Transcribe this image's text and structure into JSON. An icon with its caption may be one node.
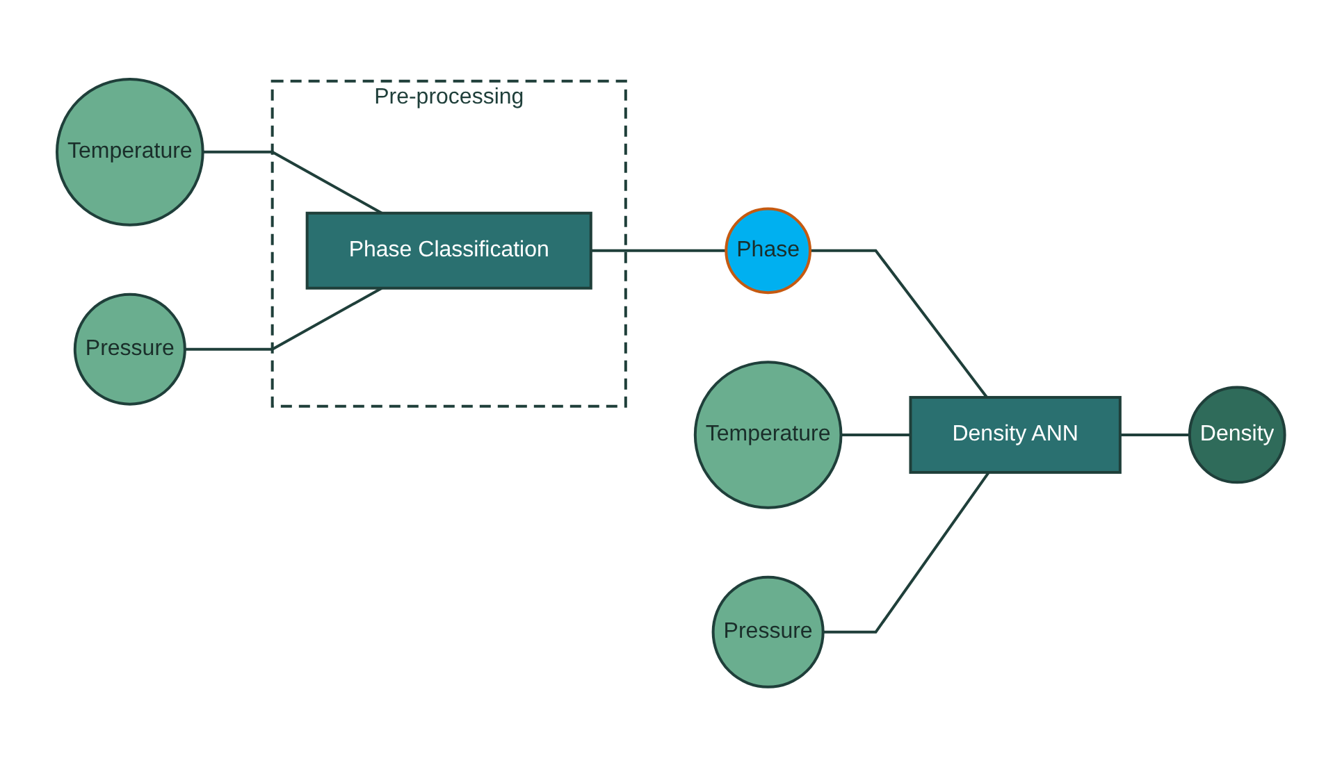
{
  "diagram": {
    "nodes": [
      {
        "text": [
          "Pre-processing"
        ]
      },
      {
        "text": [
          "Temperature"
        ]
      },
      {
        "text": [
          "Pressure"
        ]
      },
      {
        "text": [
          "Phase Classification"
        ],
        "in": 0
      },
      {
        "text": [
          "Phase"
        ]
      },
      {
        "text": [
          "Temperature"
        ]
      },
      {
        "text": [
          "Pressure"
        ]
      },
      {
        "text": [
          "Density ANN"
        ]
      },
      {
        "text": [
          "Density"
        ]
      }
    ],
    "edges": [
      {
        "from": 1,
        "to": 3,
        "arrow": "none"
      },
      {
        "from": 2,
        "to": 3,
        "arrow": "none"
      },
      {
        "from": 3,
        "to": 4,
        "arrow": "none"
      },
      {
        "from": 4,
        "to": 7,
        "arrow": "none"
      },
      {
        "from": 5,
        "to": 7,
        "arrow": "none"
      },
      {
        "from": 6,
        "to": 7,
        "arrow": "none"
      },
      {
        "from": 7,
        "to": 8,
        "arrow": "none"
      }
    ]
  }
}
